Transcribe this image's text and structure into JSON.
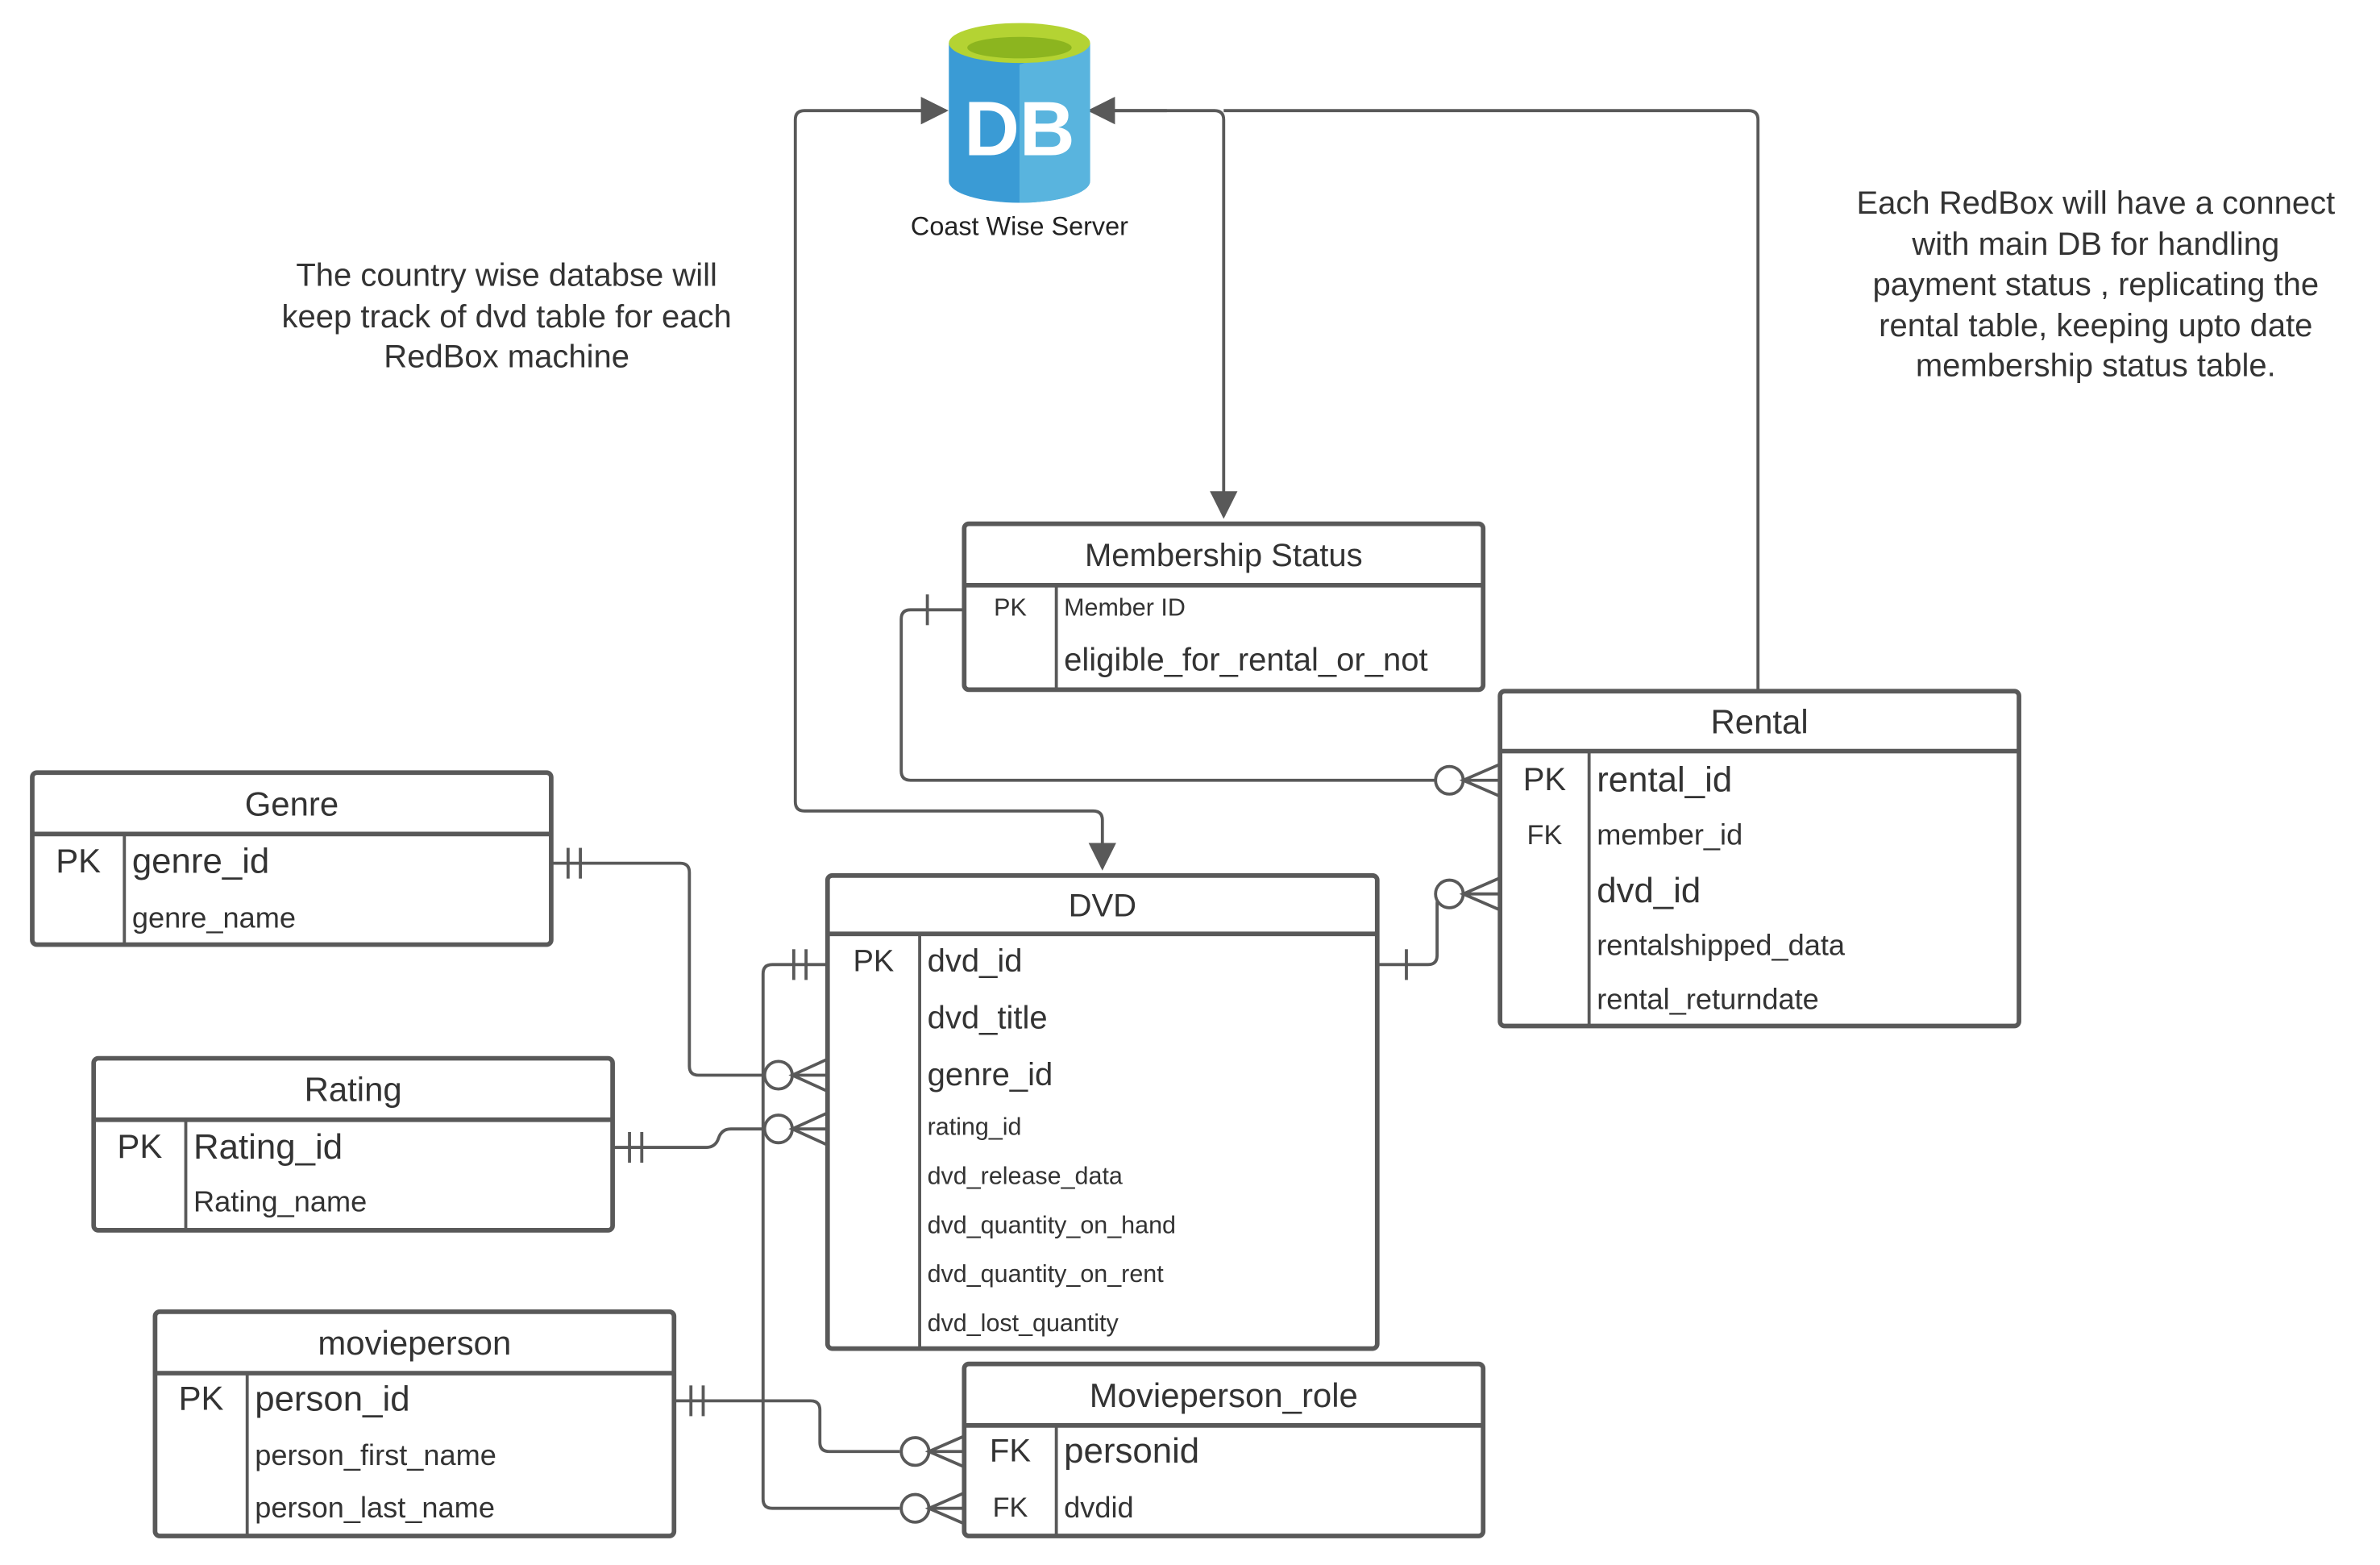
{
  "server": {
    "icon_text": "DB",
    "label": "Coast Wise Server",
    "colors": {
      "cylinder_top": "#b4d333",
      "cylinder_body": "#3a9bd5",
      "icon_text": "#ffffff"
    }
  },
  "notes": {
    "left": "The country wise databse will\nkeep track of dvd table for each\nRedBox machine",
    "right": "Each RedBox will have a connect\nwith main DB for handling\npayment status , replicating the\nrental table, keeping upto date\nmembership status table."
  },
  "tables": {
    "membership_status": {
      "title": "Membership Status",
      "rows": [
        {
          "key": "PK",
          "field": "Member ID"
        },
        {
          "key": "",
          "field": "eligible_for_rental_or_not"
        }
      ]
    },
    "rental": {
      "title": "Rental",
      "rows": [
        {
          "key": "PK",
          "field": "rental_id"
        },
        {
          "key": "FK",
          "field": "member_id"
        },
        {
          "key": "",
          "field": "dvd_id"
        },
        {
          "key": "",
          "field": "rentalshipped_data"
        },
        {
          "key": "",
          "field": "rental_returndate"
        }
      ]
    },
    "genre": {
      "title": "Genre",
      "rows": [
        {
          "key": "PK",
          "field": "genre_id"
        },
        {
          "key": "",
          "field": "genre_name"
        }
      ]
    },
    "dvd": {
      "title": "DVD",
      "rows": [
        {
          "key": "PK",
          "field": "dvd_id"
        },
        {
          "key": "",
          "field": "dvd_title"
        },
        {
          "key": "",
          "field": "genre_id"
        },
        {
          "key": "",
          "field": "rating_id"
        },
        {
          "key": "",
          "field": "dvd_release_data"
        },
        {
          "key": "",
          "field": "dvd_quantity_on_hand"
        },
        {
          "key": "",
          "field": "dvd_quantity_on_rent"
        },
        {
          "key": "",
          "field": "dvd_lost_quantity"
        }
      ]
    },
    "rating": {
      "title": "Rating",
      "rows": [
        {
          "key": "PK",
          "field": "Rating_id"
        },
        {
          "key": "",
          "field": "Rating_name"
        }
      ]
    },
    "movieperson": {
      "title": "movieperson",
      "rows": [
        {
          "key": "PK",
          "field": "person_id"
        },
        {
          "key": "",
          "field": "person_first_name"
        },
        {
          "key": "",
          "field": "person_last_name"
        }
      ]
    },
    "movieperson_role": {
      "title": "Movieperson_role",
      "rows": [
        {
          "key": "FK",
          "field": "personid"
        },
        {
          "key": "FK",
          "field": "dvdid"
        }
      ]
    }
  },
  "style": {
    "line_color": "#595959",
    "border_color": "#595959",
    "text_color": "#333333"
  }
}
